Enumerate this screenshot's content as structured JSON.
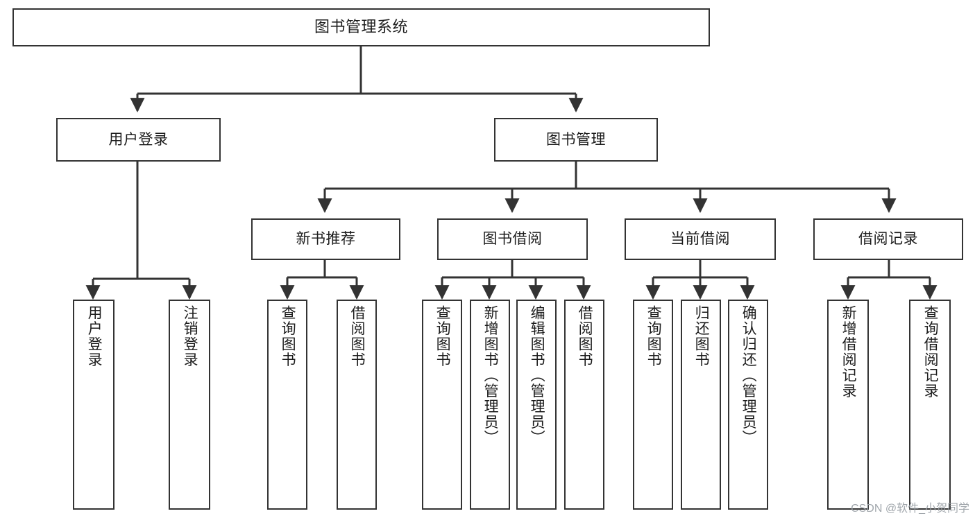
{
  "diagram": {
    "type": "tree-hierarchy",
    "title": "图书管理系统",
    "orientation": "top-down",
    "colors": {
      "box_border": "#333333",
      "box_fill": "#ffffff",
      "connector": "#333333",
      "text": "#1c1c1c",
      "watermark": "#9aa0a6",
      "background": "#ffffff"
    },
    "root": {
      "label": "图书管理系统"
    },
    "level2": [
      {
        "label": "用户登录"
      },
      {
        "label": "图书管理"
      }
    ],
    "level3": [
      {
        "label": "新书推荐"
      },
      {
        "label": "图书借阅"
      },
      {
        "label": "当前借阅"
      },
      {
        "label": "借阅记录"
      }
    ],
    "leaves": {
      "user_login": [
        {
          "label": "用户登录"
        },
        {
          "label": "注销登录"
        }
      ],
      "new_book_recommend": [
        {
          "label": "查询图书"
        },
        {
          "label": "借阅图书"
        }
      ],
      "book_borrow": [
        {
          "label": "查询图书"
        },
        {
          "label": "新增图书（管理员）"
        },
        {
          "label": "编辑图书（管理员）"
        },
        {
          "label": "借阅图书"
        }
      ],
      "current_borrow": [
        {
          "label": "查询图书"
        },
        {
          "label": "归还图书"
        },
        {
          "label": "确认归还（管理员）"
        }
      ],
      "borrow_record": [
        {
          "label": "新增借阅记录"
        },
        {
          "label": "查询借阅记录"
        }
      ]
    }
  },
  "watermark": {
    "text": "CSDN @软件_小贺同学"
  }
}
